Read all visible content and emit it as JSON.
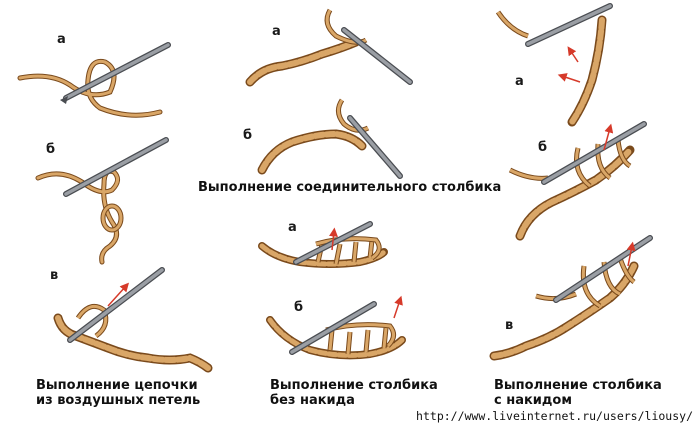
{
  "labels": {
    "a": "а",
    "b": "б",
    "v": "в"
  },
  "captions": {
    "chain_line1": "Выполнение цепочки",
    "chain_line2": "из воздушных петель",
    "slip": "Выполнение соединительного столбика",
    "sc_line1": "Выполнение столбика",
    "sc_line2": "без накида",
    "dc_line1": "Выполнение столбика",
    "dc_line2": "с накидом"
  },
  "watermark": "http://www.liveinternet.ru/users/liousy/",
  "colors": {
    "yarn": "#d9a667",
    "yarn_outline": "#7a4a1c",
    "hook": "#7d8187",
    "hook_light": "#c9ccd0",
    "arrow": "#d63a2a"
  }
}
